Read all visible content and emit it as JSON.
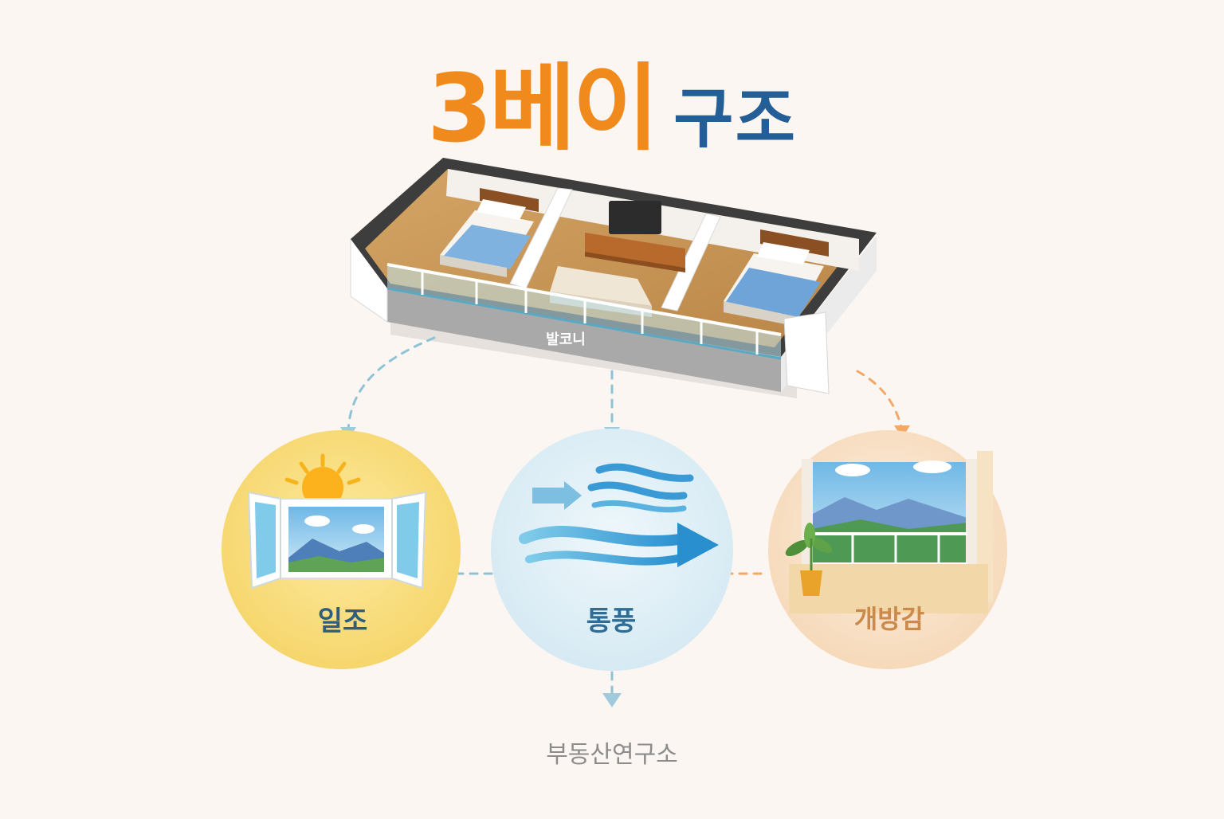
{
  "title": {
    "number_part": "3베이",
    "rest_part": "구조"
  },
  "floorplan": {
    "balcony_label": "발코니"
  },
  "benefits": [
    {
      "label": "일조",
      "icon": "sun-window-icon",
      "color": "#f8dc78"
    },
    {
      "label": "통풍",
      "icon": "wind-flow-icon",
      "color": "#dcedf5"
    },
    {
      "label": "개방감",
      "icon": "open-view-icon",
      "color": "#f8e1c8"
    }
  ],
  "footer": {
    "text": "부동산연구소"
  },
  "colors": {
    "accent_orange": "#f08a1c",
    "accent_blue": "#235f96",
    "background": "#fbf6f1"
  }
}
